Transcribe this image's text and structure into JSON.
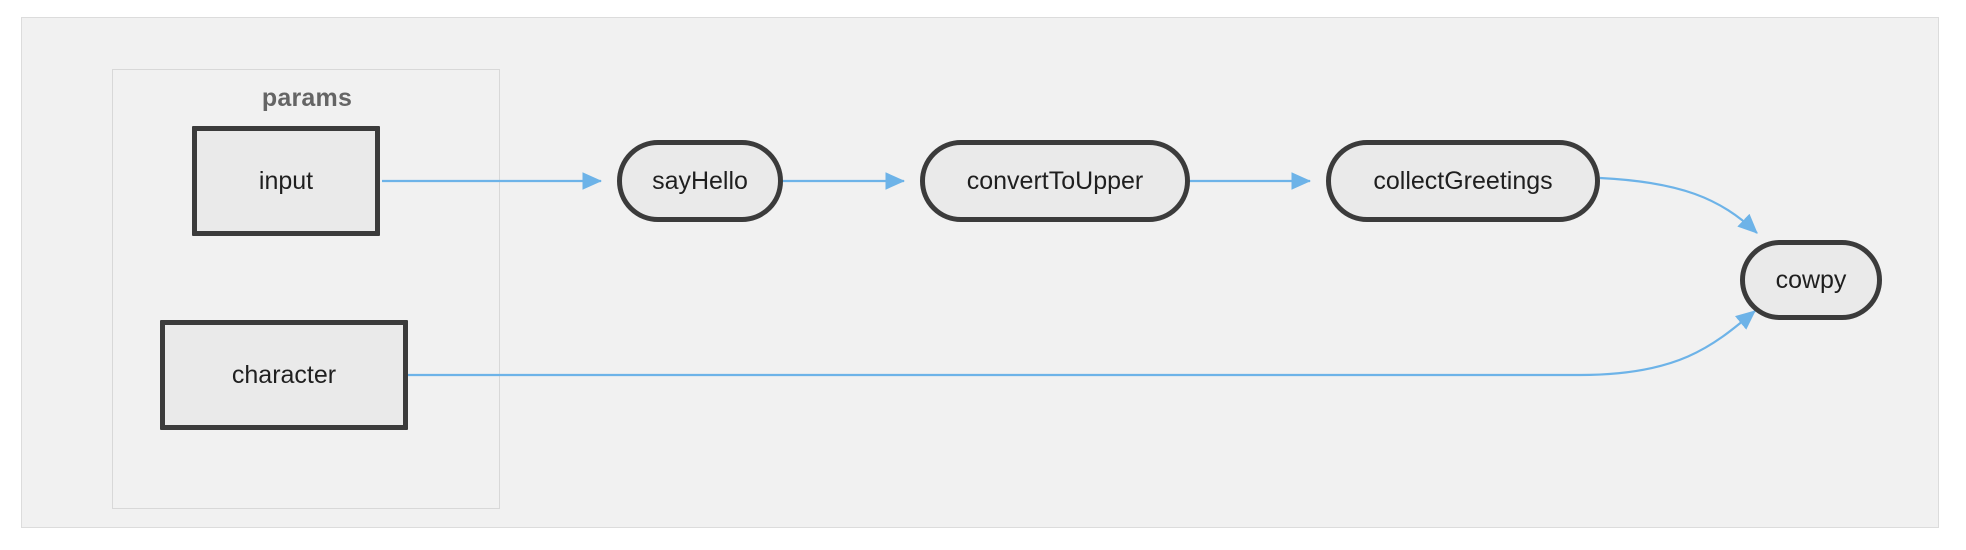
{
  "diagram": {
    "type": "flowchart",
    "direction": "left-to-right",
    "background_color": "#f1f1f1",
    "container_border_color": "#dcdcdc",
    "node_fill_color": "#eaeaea",
    "node_border_color": "#3b3b3b",
    "edge_color": "#6db3e8",
    "subgraphs": [
      {
        "id": "params",
        "label": "params",
        "label_color": "#656565",
        "nodes": [
          "input",
          "character"
        ]
      }
    ],
    "nodes": [
      {
        "id": "input",
        "label": "input",
        "shape": "rect"
      },
      {
        "id": "character",
        "label": "character",
        "shape": "rect"
      },
      {
        "id": "sayHello",
        "label": "sayHello",
        "shape": "stadium"
      },
      {
        "id": "convertToUpper",
        "label": "convertToUpper",
        "shape": "stadium"
      },
      {
        "id": "collectGreetings",
        "label": "collectGreetings",
        "shape": "stadium"
      },
      {
        "id": "cowpy",
        "label": "cowpy",
        "shape": "stadium"
      }
    ],
    "edges": [
      {
        "from": "input",
        "to": "sayHello",
        "style": "straight"
      },
      {
        "from": "sayHello",
        "to": "convertToUpper",
        "style": "straight"
      },
      {
        "from": "convertToUpper",
        "to": "collectGreetings",
        "style": "straight"
      },
      {
        "from": "collectGreetings",
        "to": "cowpy",
        "style": "curved"
      },
      {
        "from": "character",
        "to": "cowpy",
        "style": "curved"
      }
    ]
  }
}
